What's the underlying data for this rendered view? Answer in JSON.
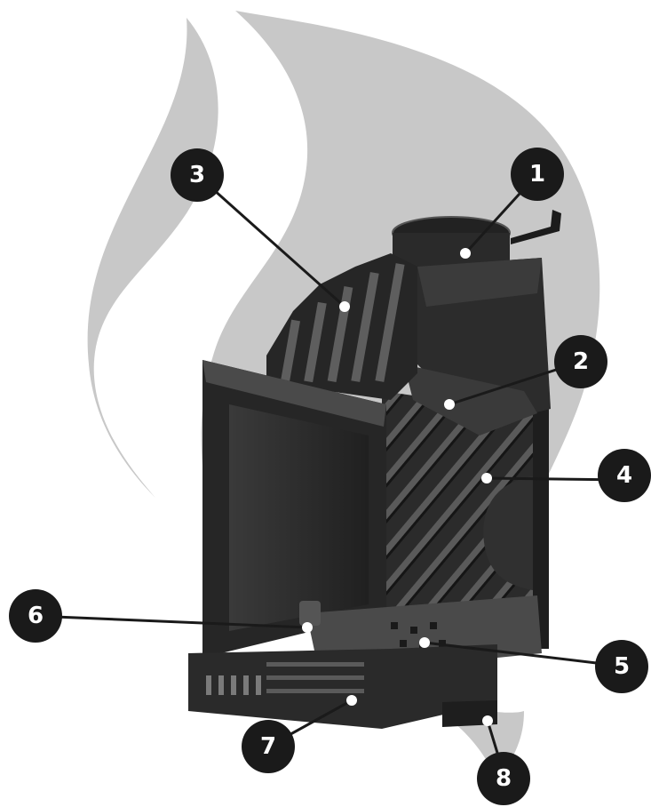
{
  "colors": {
    "flame": "#c8c8c8",
    "background": "#ffffff",
    "stove_dark": "#1b1b1b",
    "stove_mid": "#2e2e2e",
    "stove_light": "#4a4a4a",
    "highlight": "#8a8a8a",
    "callout": "#1a1a1a",
    "callout_text": "#ffffff",
    "marker_dot": "#ffffff"
  },
  "callouts": [
    {
      "id": "c1",
      "label": "1"
    },
    {
      "id": "c2",
      "label": "2"
    },
    {
      "id": "c3",
      "label": "3"
    },
    {
      "id": "c4",
      "label": "4"
    },
    {
      "id": "c5",
      "label": "5"
    },
    {
      "id": "c6",
      "label": "6"
    },
    {
      "id": "c7",
      "label": "7"
    },
    {
      "id": "c8",
      "label": "8"
    }
  ]
}
